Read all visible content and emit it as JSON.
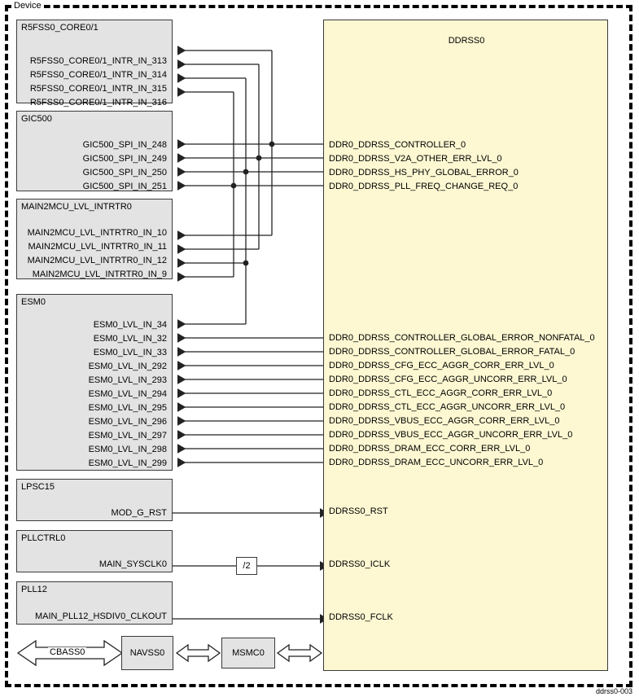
{
  "diagram": {
    "device_label": "Device",
    "caption": "ddrss0-003",
    "colors": {
      "module_fill": "#e3e3e3",
      "ddr_fill": "#fdf8d2",
      "stroke": "#3a3a3a"
    }
  },
  "ddrss0": {
    "title": "DDRSS0",
    "interrupt_outputs": [
      "DDR0_DDRSS_CONTROLLER_0",
      "DDR0_DDRSS_V2A_OTHER_ERR_LVL_0",
      "DDR0_DDRSS_HS_PHY_GLOBAL_ERROR_0",
      "DDR0_DDRSS_PLL_FREQ_CHANGE_REQ_0"
    ],
    "error_outputs": [
      "DDR0_DDRSS_CONTROLLER_GLOBAL_ERROR_NONFATAL_0",
      "DDR0_DDRSS_CONTROLLER_GLOBAL_ERROR_FATAL_0",
      "DDR0_DDRSS_CFG_ECC_AGGR_CORR_ERR_LVL_0",
      "DDR0_DDRSS_CFG_ECC_AGGR_UNCORR_ERR_LVL_0",
      "DDR0_DDRSS_CTL_ECC_AGGR_CORR_ERR_LVL_0",
      "DDR0_DDRSS_CTL_ECC_AGGR_UNCORR_ERR_LVL_0",
      "DDR0_DDRSS_VBUS_ECC_AGGR_CORR_ERR_LVL_0",
      "DDR0_DDRSS_VBUS_ECC_AGGR_UNCORR_ERR_LVL_0",
      "DDR0_DDRSS_DRAM_ECC_CORR_ERR_LVL_0",
      "DDR0_DDRSS_DRAM_ECC_UNCORR_ERR_LVL_0"
    ],
    "inputs": [
      "DDRSS0_RST",
      "DDRSS0_ICLK",
      "DDRSS0_FCLK"
    ]
  },
  "modules": [
    {
      "id": "r5fss0",
      "title": "R5FSS0_CORE0/1",
      "signals": [
        "R5FSS0_CORE0/1_INTR_IN_313",
        "R5FSS0_CORE0/1_INTR_IN_314",
        "R5FSS0_CORE0/1_INTR_IN_315",
        "R5FSS0_CORE0/1_INTR_IN_316"
      ]
    },
    {
      "id": "gic500",
      "title": "GIC500",
      "signals": [
        "GIC500_SPI_IN_248",
        "GIC500_SPI_IN_249",
        "GIC500_SPI_IN_250",
        "GIC500_SPI_IN_251"
      ]
    },
    {
      "id": "main2mcu",
      "title": "MAIN2MCU_LVL_INTRTR0",
      "signals": [
        "MAIN2MCU_LVL_INTRTR0_IN_10",
        "MAIN2MCU_LVL_INTRTR0_IN_11",
        "MAIN2MCU_LVL_INTRTR0_IN_12",
        "MAIN2MCU_LVL_INTRTR0_IN_9"
      ]
    },
    {
      "id": "esm0",
      "title": "ESM0",
      "signals": [
        "ESM0_LVL_IN_34",
        "ESM0_LVL_IN_32",
        "ESM0_LVL_IN_33",
        "ESM0_LVL_IN_292",
        "ESM0_LVL_IN_293",
        "ESM0_LVL_IN_294",
        "ESM0_LVL_IN_295",
        "ESM0_LVL_IN_296",
        "ESM0_LVL_IN_297",
        "ESM0_LVL_IN_298",
        "ESM0_LVL_IN_299"
      ]
    },
    {
      "id": "lpsc15",
      "title": "LPSC15",
      "signals": [
        "MOD_G_RST"
      ]
    },
    {
      "id": "pllctrl0",
      "title": "PLLCTRL0",
      "signals": [
        "MAIN_SYSCLK0"
      ]
    },
    {
      "id": "pll12",
      "title": "PLL12",
      "signals": [
        "MAIN_PLL12_HSDIV0_CLKOUT"
      ]
    }
  ],
  "divider": {
    "label": "/2"
  },
  "bus_row": {
    "cbass": "CBASS0",
    "navss": "NAVSS0",
    "msmc": "MSMC0"
  }
}
